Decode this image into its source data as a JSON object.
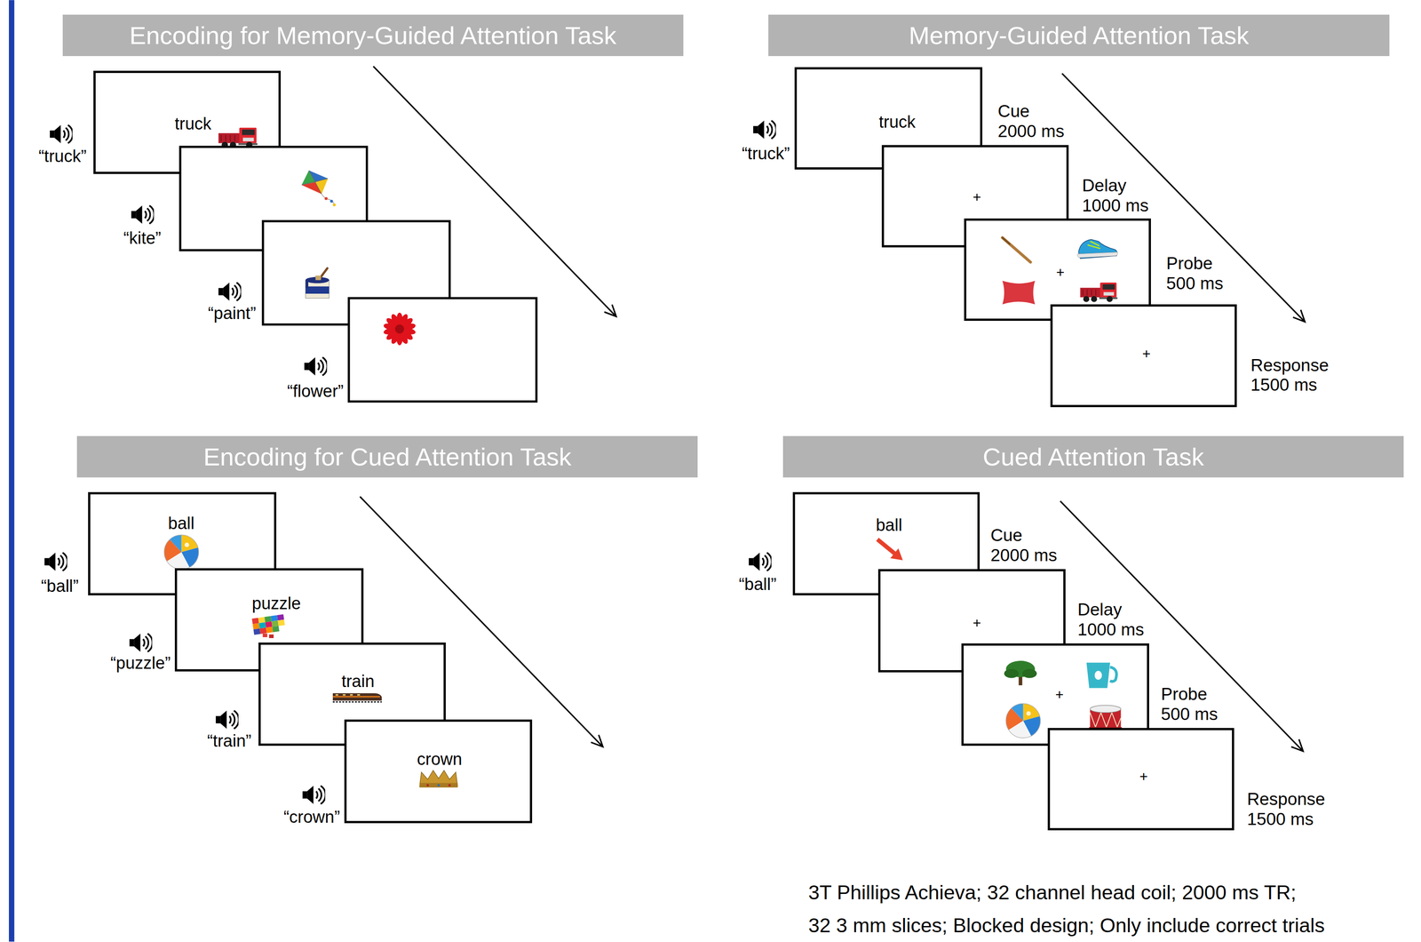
{
  "diagram": {
    "nodes": [
      {
        "text": [
          "Encoding for Memory-Guided Attention Task"
        ]
      },
      {
        "text": [
          "truck"
        ]
      },
      {
        "text": [
          "Memory-Guided Attention Task"
        ]
      },
      {
        "text": [
          "truck"
        ]
      },
      {
        "text": [
          "+"
        ]
      },
      {
        "text": [
          "+"
        ]
      },
      {
        "text": [
          "+"
        ]
      },
      {
        "text": [
          "Encoding for Cued Attention Task"
        ]
      },
      {
        "text": [
          "ball"
        ]
      },
      {
        "text": [
          "puzzle"
        ]
      },
      {
        "text": [
          "train"
        ]
      },
      {
        "text": [
          "crown"
        ]
      },
      {
        "text": [
          "Cued Attention Task"
        ]
      },
      {
        "text": [
          "ball"
        ]
      },
      {
        "text": [
          "+"
        ]
      },
      {
        "text": [
          "+"
        ]
      },
      {
        "text": [
          "+"
        ]
      }
    ],
    "labels": [
      "“truck”",
      "“kite”",
      "“paint”",
      "“flower”",
      "“truck”",
      "Cue 2000 ms",
      "Delay 1000 ms",
      "Probe 500 ms",
      "Response 1500 ms",
      "“ball”",
      "“puzzle”",
      "“train”",
      "“crown”",
      "“ball”",
      "Cue 2000 ms",
      "Delay 1000 ms",
      "Probe 500 ms",
      "Response 1500 ms",
      "3T Phillips Achieva; 32 channel head coil; 2000 ms TR;",
      "32 3 mm slices; Blocked design; Only include correct trials"
    ]
  }
}
